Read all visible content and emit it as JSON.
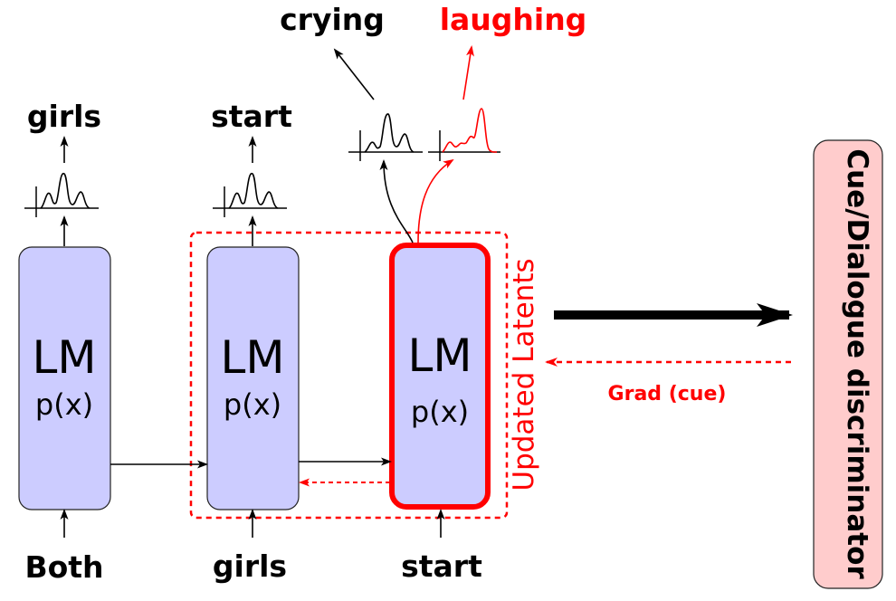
{
  "colors": {
    "lm_fill": "#ccccff",
    "lm_stroke": "#222222",
    "accent_red": "#ff0000",
    "disc_fill": "#ffcccc",
    "text_black": "#000000"
  },
  "lm_boxes": [
    {
      "title": "LM",
      "subtitle": "p(x)"
    },
    {
      "title": "LM",
      "subtitle": "p(x)"
    },
    {
      "title": "LM",
      "subtitle": "p(x)"
    }
  ],
  "inputs": [
    "Both",
    "girls",
    "start"
  ],
  "outputs": {
    "first": "girls",
    "second": "start",
    "third_original": "crying",
    "third_updated": "laughing"
  },
  "updated_latents_label": "Updated Latents",
  "gradient_label": "Grad (cue)",
  "discriminator_label": "Cue/Dialogue discriminator",
  "icons": [
    "distribution-icon",
    "arrow-icon"
  ]
}
